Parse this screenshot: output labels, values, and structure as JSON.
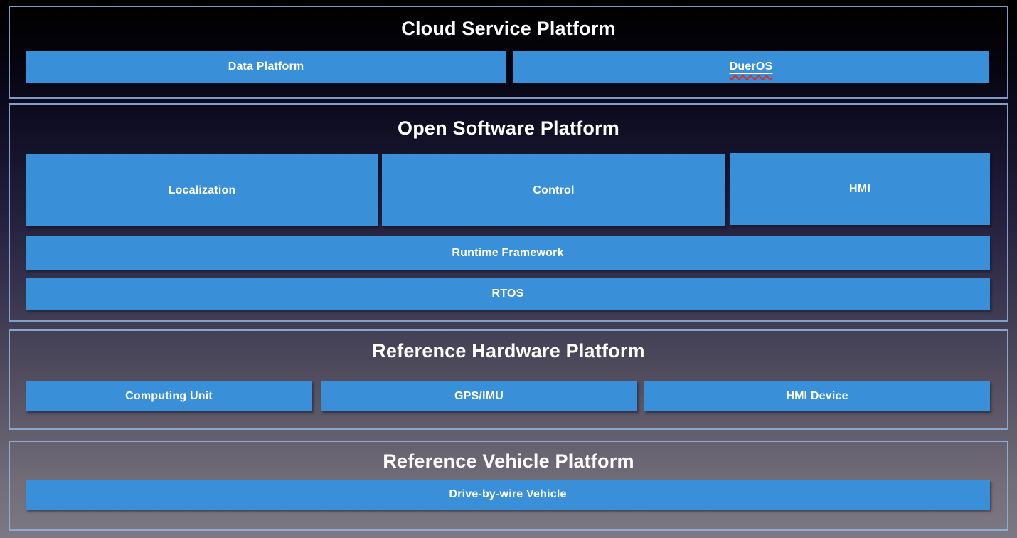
{
  "colors": {
    "box_fill": "#3990d8",
    "frame_border": "#83a0c8",
    "label_text": "#ffffff",
    "spellcheck_underline": "#d93025",
    "background_top": "#000000",
    "background_bottom": "#7d7984"
  },
  "sections": [
    {
      "title": "Cloud Service Platform",
      "boxes": [
        {
          "label": "Data Platform"
        },
        {
          "label": "DuerOS",
          "underlined": true,
          "spellcheck_squiggle": true
        }
      ]
    },
    {
      "title": "Open Software Platform",
      "boxes": [
        {
          "label": "Localization"
        },
        {
          "label": "Control"
        },
        {
          "label": "HMI"
        },
        {
          "label": "Runtime Framework"
        },
        {
          "label": "RTOS"
        }
      ]
    },
    {
      "title": "Reference Hardware Platform",
      "boxes": [
        {
          "label": "Computing Unit"
        },
        {
          "label": "GPS/IMU"
        },
        {
          "label": "HMI Device"
        }
      ]
    },
    {
      "title": "Reference Vehicle Platform",
      "boxes": [
        {
          "label": "Drive-by-wire Vehicle"
        }
      ]
    }
  ]
}
